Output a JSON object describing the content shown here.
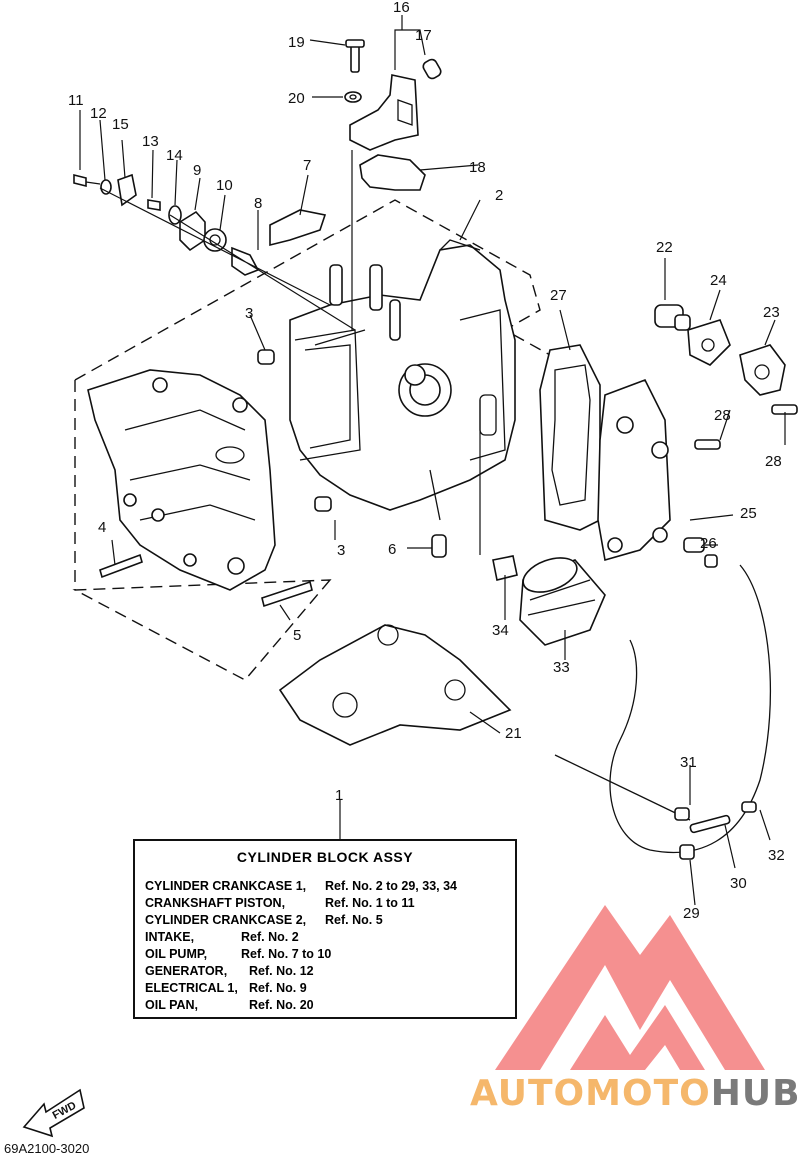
{
  "callouts": {
    "c1": "1",
    "c2": "2",
    "c3a": "3",
    "c3b": "3",
    "c4": "4",
    "c5": "5",
    "c6": "6",
    "c7": "7",
    "c8": "8",
    "c9": "9",
    "c10": "10",
    "c11": "11",
    "c12": "12",
    "c13": "13",
    "c14": "14",
    "c15": "15",
    "c16": "16",
    "c17": "17",
    "c18": "18",
    "c19": "19",
    "c20": "20",
    "c21": "21",
    "c22": "22",
    "c23": "23",
    "c24": "24",
    "c25": "25",
    "c26": "26",
    "c27": "27",
    "c28a": "28",
    "c28b": "28",
    "c29": "29",
    "c30": "30",
    "c31": "31",
    "c32": "32",
    "c33": "33",
    "c34": "34"
  },
  "table": {
    "title": "CYLINDER  BLOCK  ASSY",
    "rows": [
      {
        "name": "CYLINDER CRANKCASE 1,",
        "ref": "Ref. No. 2 to 29, 33, 34"
      },
      {
        "name": "CRANKSHAFT PISTON,",
        "ref": "Ref. No. 1 to 11"
      },
      {
        "name": "CYLINDER CRANKCASE 2,",
        "ref": "Ref. No. 5"
      },
      {
        "name": "INTAKE,",
        "ref": "Ref. No. 2"
      },
      {
        "name": "OIL PUMP,",
        "ref": "Ref. No. 7 to 10"
      },
      {
        "name": "GENERATOR,",
        "ref": "Ref. No. 12"
      },
      {
        "name": "ELECTRICAL 1,",
        "ref": "Ref. No. 9"
      },
      {
        "name": "OIL PAN,",
        "ref": "Ref. No. 20"
      }
    ]
  },
  "fwd_label": "FWD",
  "doc_code": "69A2100-3020",
  "brand": {
    "part1": "AUTOMOTO",
    "part2": "HUB",
    "color_primary": "#f5b76b",
    "color_secondary": "#7a7a7a",
    "logo_color": "#f26b6b"
  }
}
